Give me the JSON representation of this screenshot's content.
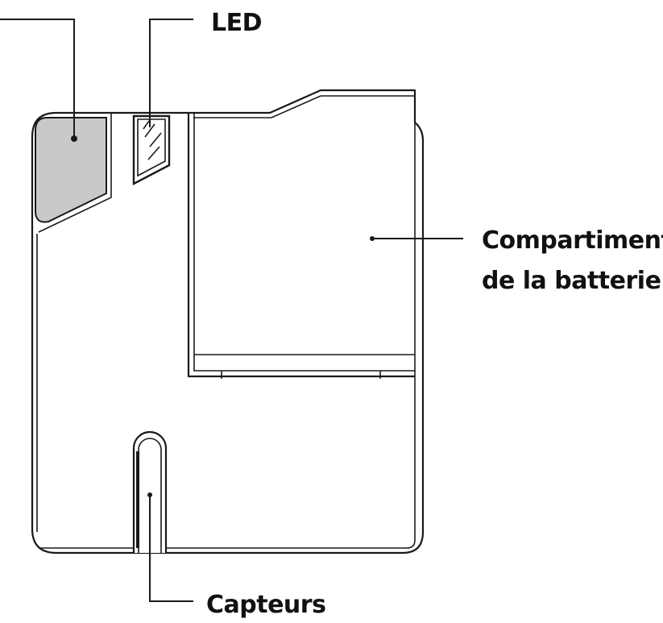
{
  "labels": {
    "led": "LED",
    "battery_line1": "Compartiment",
    "battery_line2": "de la batterie",
    "sensors": "Capteurs"
  },
  "colors": {
    "stroke": "#1a1a1a",
    "grey_pad": "#c9c9c9",
    "background": "#ffffff"
  }
}
